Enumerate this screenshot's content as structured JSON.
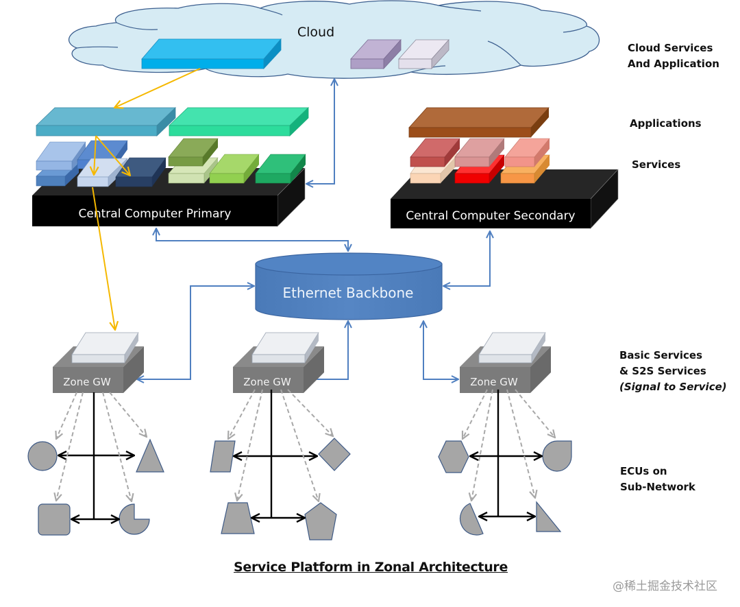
{
  "cloud": {
    "label": "Cloud",
    "fill": "#d6ebf4",
    "stroke": "#3c5f8f"
  },
  "central_primary": {
    "label": "Central Computer Primary"
  },
  "central_secondary": {
    "label": "Central Computer Secondary"
  },
  "backbone": {
    "label": "Ethernet Backbone",
    "fill": "#4f81bd"
  },
  "zone_gateways": [
    {
      "label": "Zone GW"
    },
    {
      "label": "Zone GW"
    },
    {
      "label": "Zone GW"
    }
  ],
  "side_labels": {
    "cloud_services": [
      "Cloud Services",
      "And Application"
    ],
    "applications": "Applications",
    "services": "Services",
    "basic_services": [
      "Basic Services",
      "& S2S Services",
      "(Signal to Service)"
    ],
    "ecus": [
      "ECUs on",
      "Sub-Network"
    ]
  },
  "title": "Service Platform in Zonal Architecture",
  "watermark": "@稀土掘金技术社区",
  "colors": {
    "link_blue": "#4f7fc0",
    "signal_yellow": "#f5b800",
    "ecu_gray": "#a6a6a6",
    "ecu_stroke": "#3e5a86",
    "dash_gray": "#a8a8a8"
  },
  "ecu_shapes": {
    "zone1": [
      "circle",
      "triangle",
      "rounded-square",
      "pie"
    ],
    "zone2": [
      "parallelogram",
      "diamond",
      "trapezoid",
      "pentagon"
    ],
    "zone3": [
      "hexagon",
      "teardrop",
      "half-circle",
      "right-triangle"
    ]
  }
}
